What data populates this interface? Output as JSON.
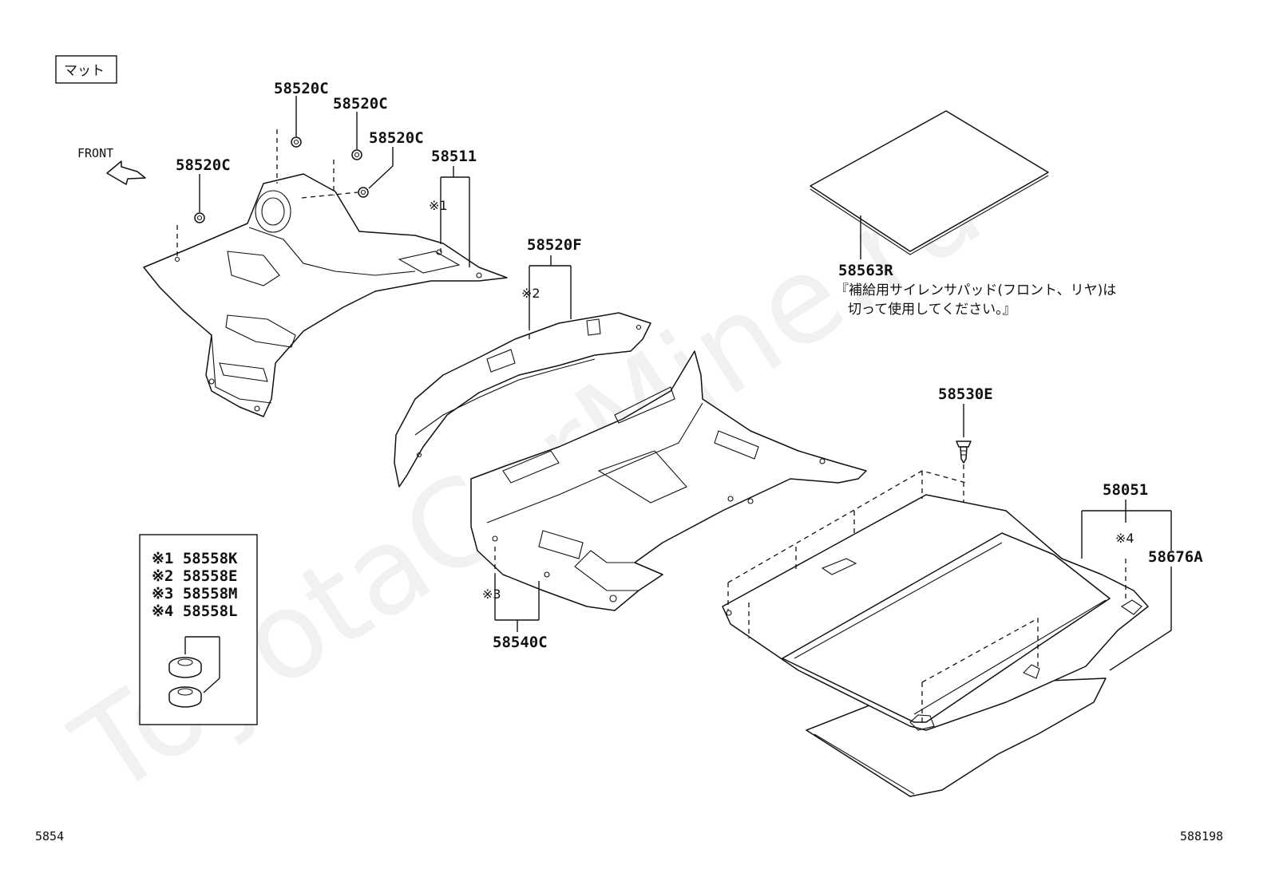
{
  "section_tag": "マット",
  "front_label": "FRONT",
  "watermark": "ToyotaCarMine.ru",
  "parts": {
    "clip_a": "58520C",
    "clip_b": "58520C",
    "clip_c": "58520C",
    "clip_d": "58520C",
    "front_floor_carpet": "58511",
    "side_carpet": "58520F",
    "rear_floor_carpet": "58540C",
    "silencer_pad": "58563R",
    "clip_e": "58530E",
    "luggage_mat": "58051",
    "luggage_pad": "58676A"
  },
  "silencer_note": {
    "line1": "『補給用サイレンサパッド(フロント、リヤ)は",
    "line2": "切って使用してください。』"
  },
  "ref_marks": {
    "m1": "※1",
    "m2": "※2",
    "m3": "※3",
    "m4": "※4"
  },
  "legend": [
    {
      "mark": "※1",
      "part": "58558K"
    },
    {
      "mark": "※2",
      "part": "58558E"
    },
    {
      "mark": "※3",
      "part": "58558M"
    },
    {
      "mark": "※4",
      "part": "58558L"
    }
  ],
  "page_left": "5854",
  "page_right": "588198"
}
